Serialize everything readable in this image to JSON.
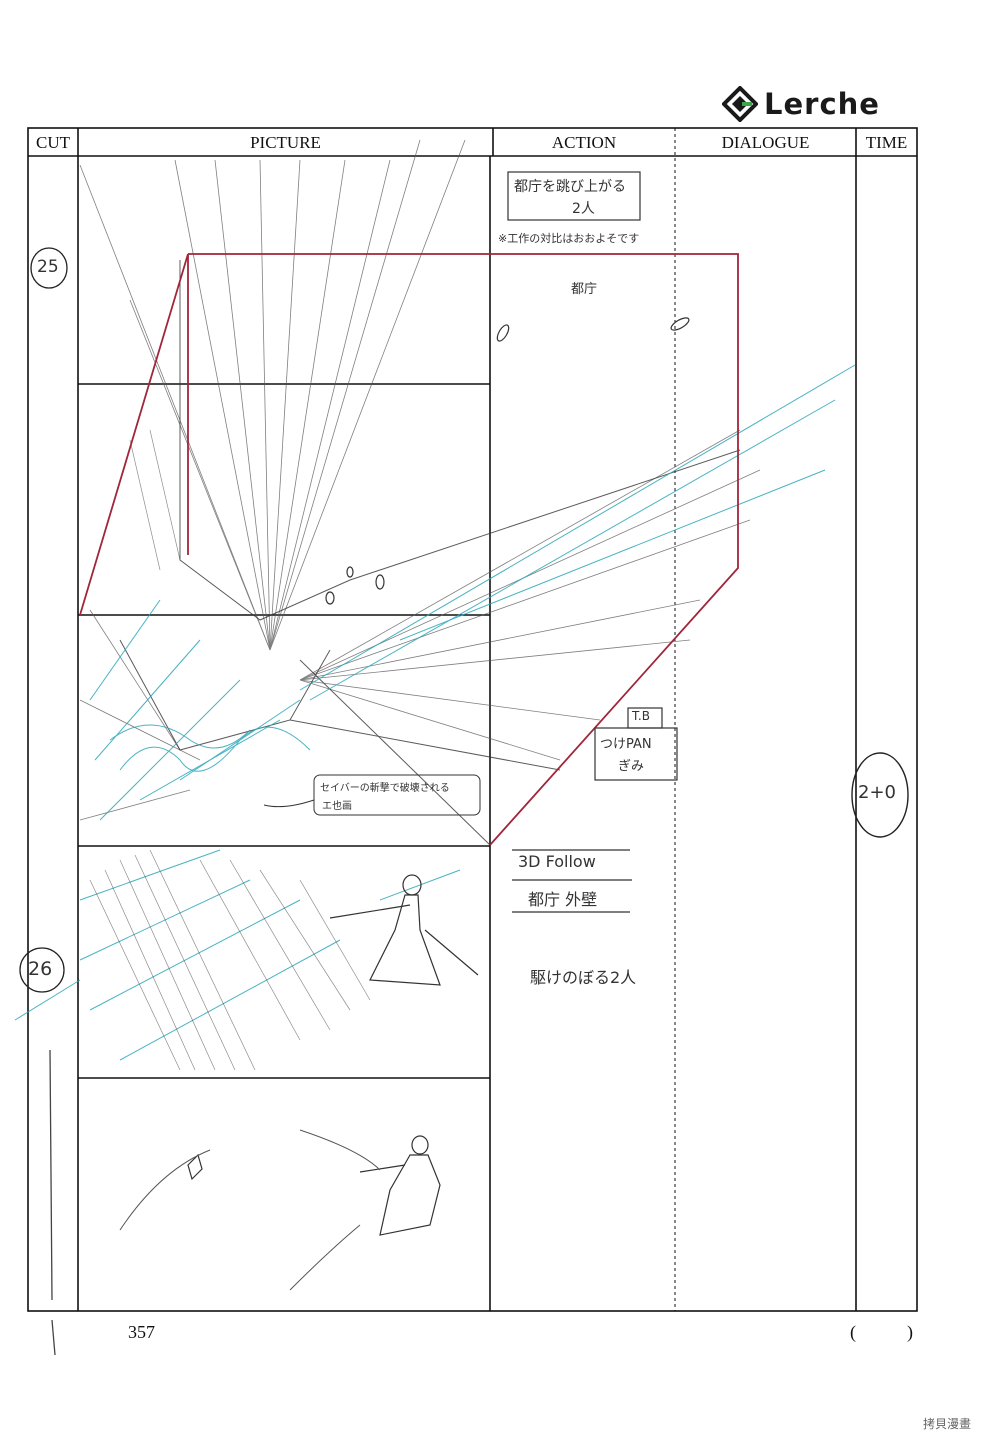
{
  "logo": {
    "text": "Lerche"
  },
  "headers": {
    "cut": "CUT",
    "picture": "PICTURE",
    "action": "ACTION",
    "dialogue": "DIALOGUE",
    "time": "TIME"
  },
  "cuts": [
    {
      "number": "25"
    },
    {
      "number": "26"
    }
  ],
  "action_notes": {
    "cut25_main_line1": "都庁を跳び上がる",
    "cut25_main_line2": "2人",
    "cut25_note": "※工作の対比はおおよそです",
    "cut25_tag": "都庁",
    "cut25_camera_line1": "T.B",
    "cut25_camera_line2": "つけPAN",
    "cut25_camera_line3": "ぎみ",
    "cut26_camera_line1": "3D Follow",
    "cut26_camera_line2": "都庁 外壁",
    "cut26_action": "駆けのぼる2人"
  },
  "picture_notes": {
    "effect_line1": "セイバーの斬撃で破壊される",
    "effect_line2": "エ也画"
  },
  "time": {
    "value": "2+0"
  },
  "footer": {
    "page_number": "357",
    "open_paren": "(",
    "close_paren": ")",
    "watermark": "拷貝漫畫"
  }
}
